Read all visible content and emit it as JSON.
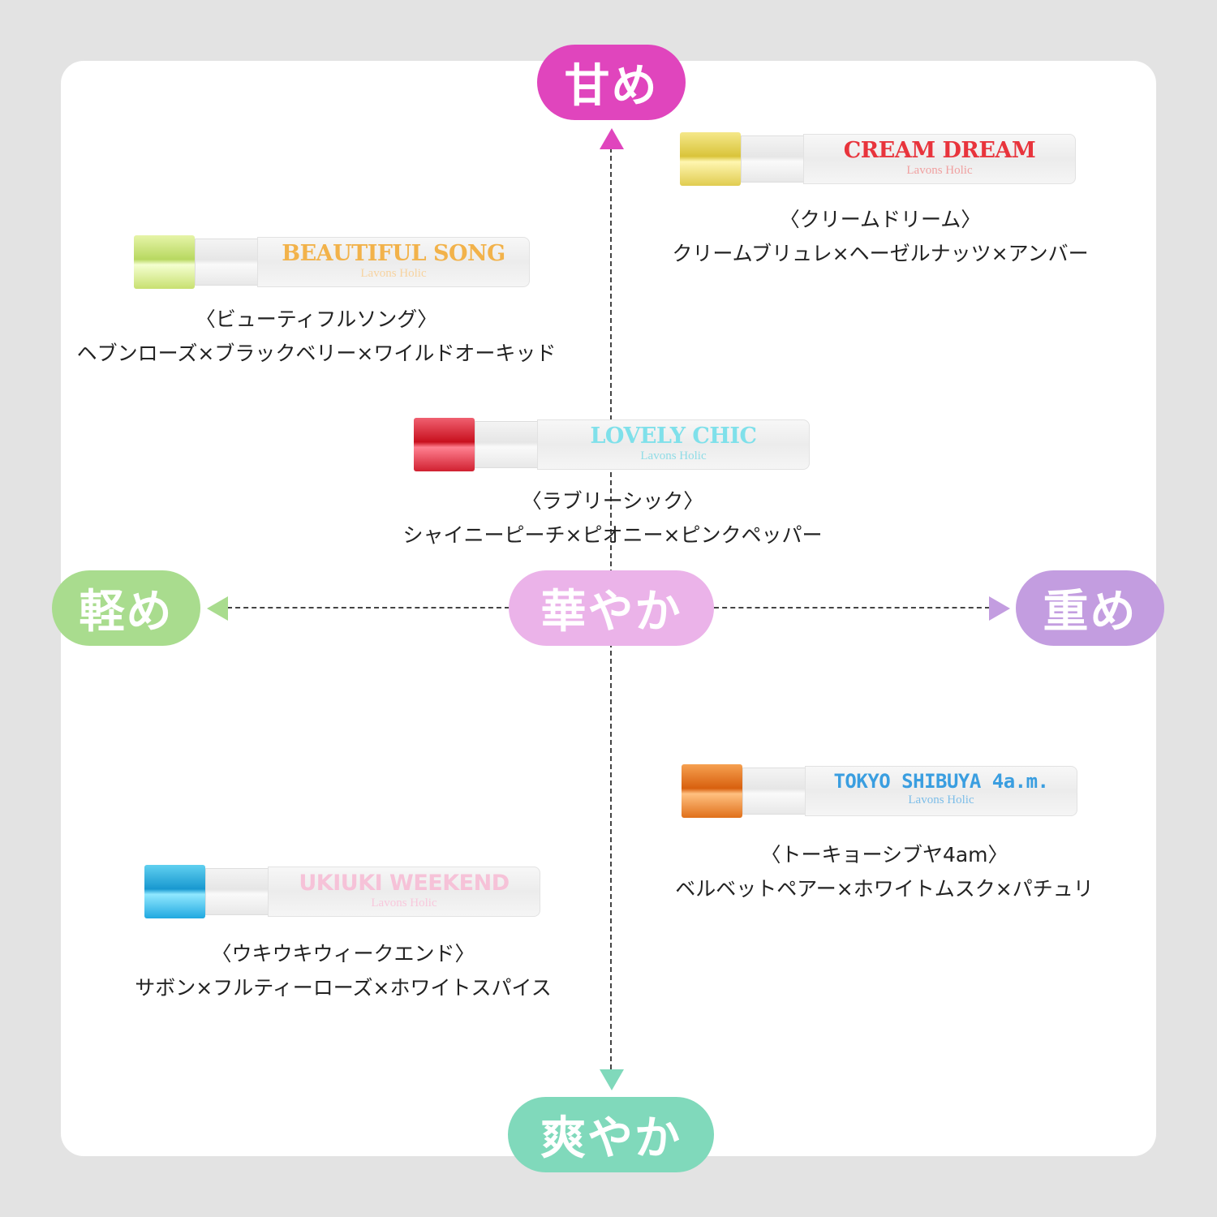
{
  "axes": {
    "top": "甘め",
    "bottom": "爽やか",
    "left": "軽め",
    "right": "重め",
    "center": "華やか"
  },
  "colors": {
    "top": "#e045bd",
    "bottom": "#80d9bb",
    "left": "#a9dc8e",
    "right": "#c39de0",
    "center": "#ebb3e9"
  },
  "brand": "Lavons Holic",
  "products": [
    {
      "bottle_name": "CREAM DREAM",
      "name": "〈クリームドリーム〉",
      "notes": "クリームブリュレ×ヘーゼルナッツ×アンバー"
    },
    {
      "bottle_name": "BEAUTIFUL SONG",
      "name": "〈ビューティフルソング〉",
      "notes": "ヘブンローズ×ブラックベリー×ワイルドオーキッド"
    },
    {
      "bottle_name": "LOVELY CHIC",
      "name": "〈ラブリーシック〉",
      "notes": "シャイニーピーチ×ピオニー×ピンクペッパー"
    },
    {
      "bottle_name": "TOKYO SHIBUYA 4a.m.",
      "name": "〈トーキョーシブヤ4am〉",
      "notes": "ベルベットペアー×ホワイトムスク×パチュリ"
    },
    {
      "bottle_name": "UKIUKI WEEKEND",
      "name": "〈ウキウキウィークエンド〉",
      "notes": "サボン×フルティーローズ×ホワイトスパイス"
    }
  ]
}
